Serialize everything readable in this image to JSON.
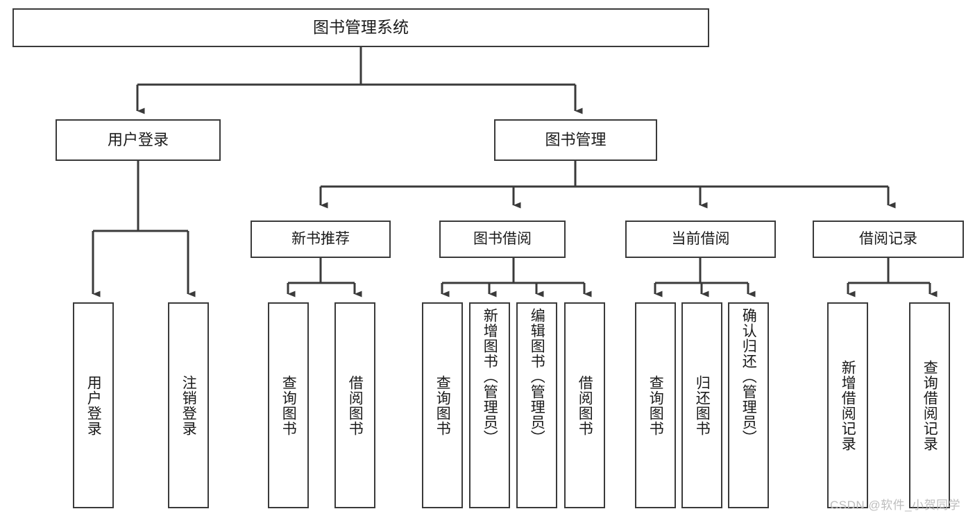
{
  "diagram": {
    "title": "图书管理系统",
    "type": "tree-hierarchy",
    "watermark": "CSDN @软件_小贺同学",
    "colors": {
      "box_border": "#3a3a3a",
      "connector": "#3a3a3a",
      "text": "#1a1a1a",
      "background": "#ffffff",
      "watermark": "#bdbdbd"
    },
    "root": {
      "label": "图书管理系统"
    },
    "level2": [
      {
        "label": "用户登录"
      },
      {
        "label": "图书管理"
      }
    ],
    "level3": [
      {
        "label": "新书推荐"
      },
      {
        "label": "图书借阅"
      },
      {
        "label": "当前借阅"
      },
      {
        "label": "借阅记录"
      }
    ],
    "leaves": {
      "user_login": [
        {
          "label": "用户登录"
        },
        {
          "label": "注销登录"
        }
      ],
      "new_book_recommend": [
        {
          "label": "查询图书"
        },
        {
          "label": "借阅图书"
        }
      ],
      "book_borrow": [
        {
          "label": "查询图书"
        },
        {
          "label": "新增图书（管理员）"
        },
        {
          "label": "编辑图书（管理员）"
        },
        {
          "label": "借阅图书"
        }
      ],
      "current_borrow": [
        {
          "label": "查询图书"
        },
        {
          "label": "归还图书"
        },
        {
          "label": "确认归还（管理员）"
        }
      ],
      "borrow_record": [
        {
          "label": "新增借阅记录"
        },
        {
          "label": "查询借阅记录"
        }
      ]
    }
  }
}
